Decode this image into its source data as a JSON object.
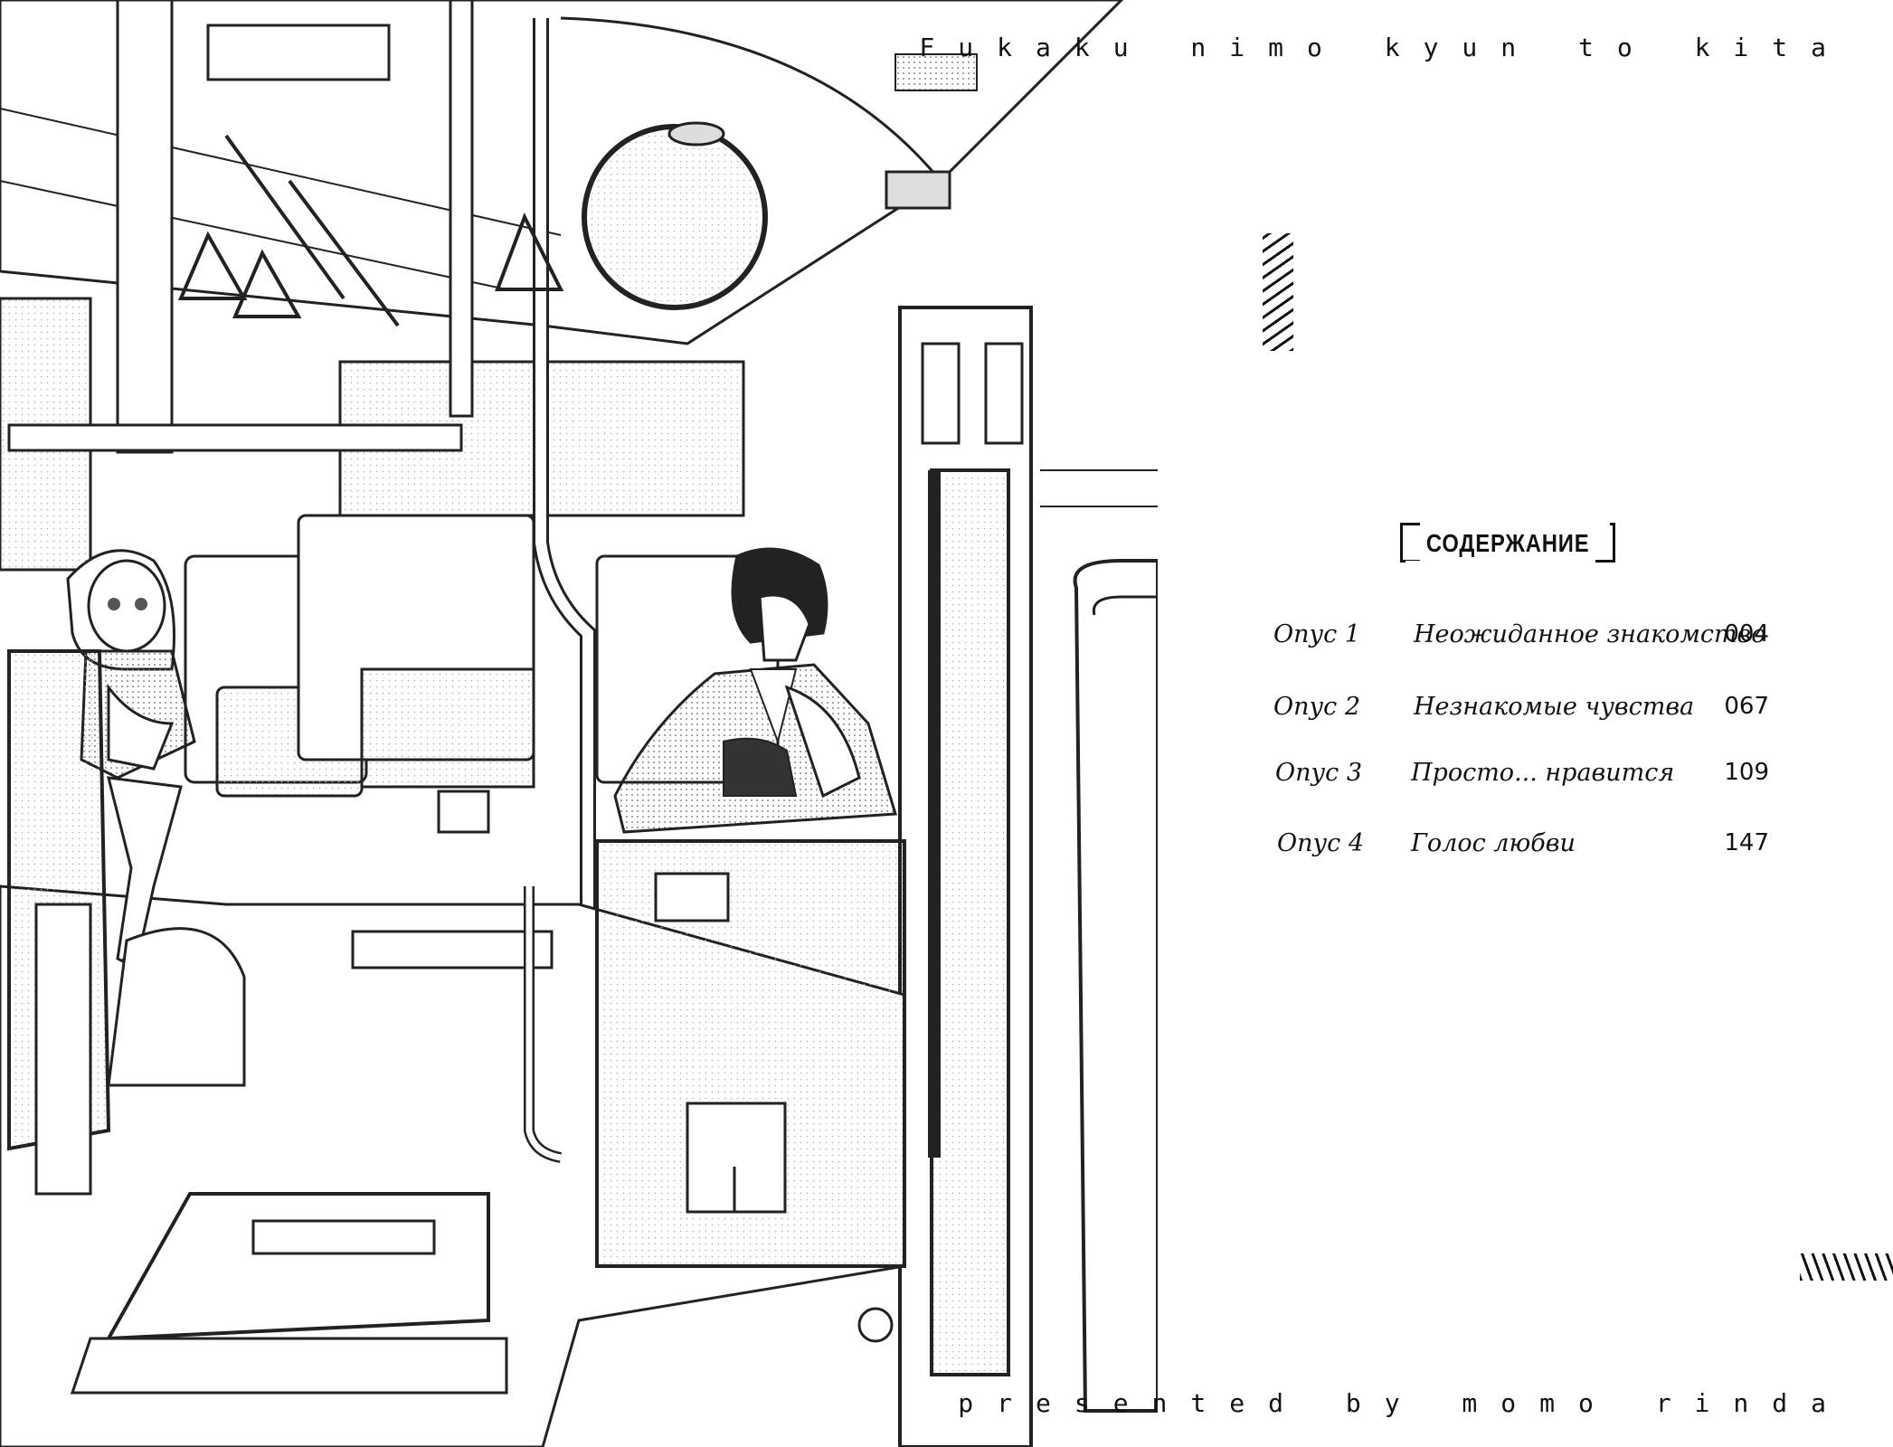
{
  "header": {
    "series_title": "Fukaku nimo kyun to kita"
  },
  "contents": {
    "heading": "СОДЕРЖАНИЕ",
    "chapters": [
      {
        "opus": "Опус 1",
        "title": "Неожиданное знакомство",
        "page": "004"
      },
      {
        "opus": "Опус 2",
        "title": "Незнакомые чувства",
        "page": "067"
      },
      {
        "opus": "Опус 3",
        "title": "Просто... нравится",
        "page": "109"
      },
      {
        "opus": "Опус 4",
        "title": "Голос любви",
        "page": "147"
      }
    ]
  },
  "footer": {
    "credit": "presented by momo rinda"
  },
  "illustration": {
    "subject": "bus-interior-manga-art"
  }
}
